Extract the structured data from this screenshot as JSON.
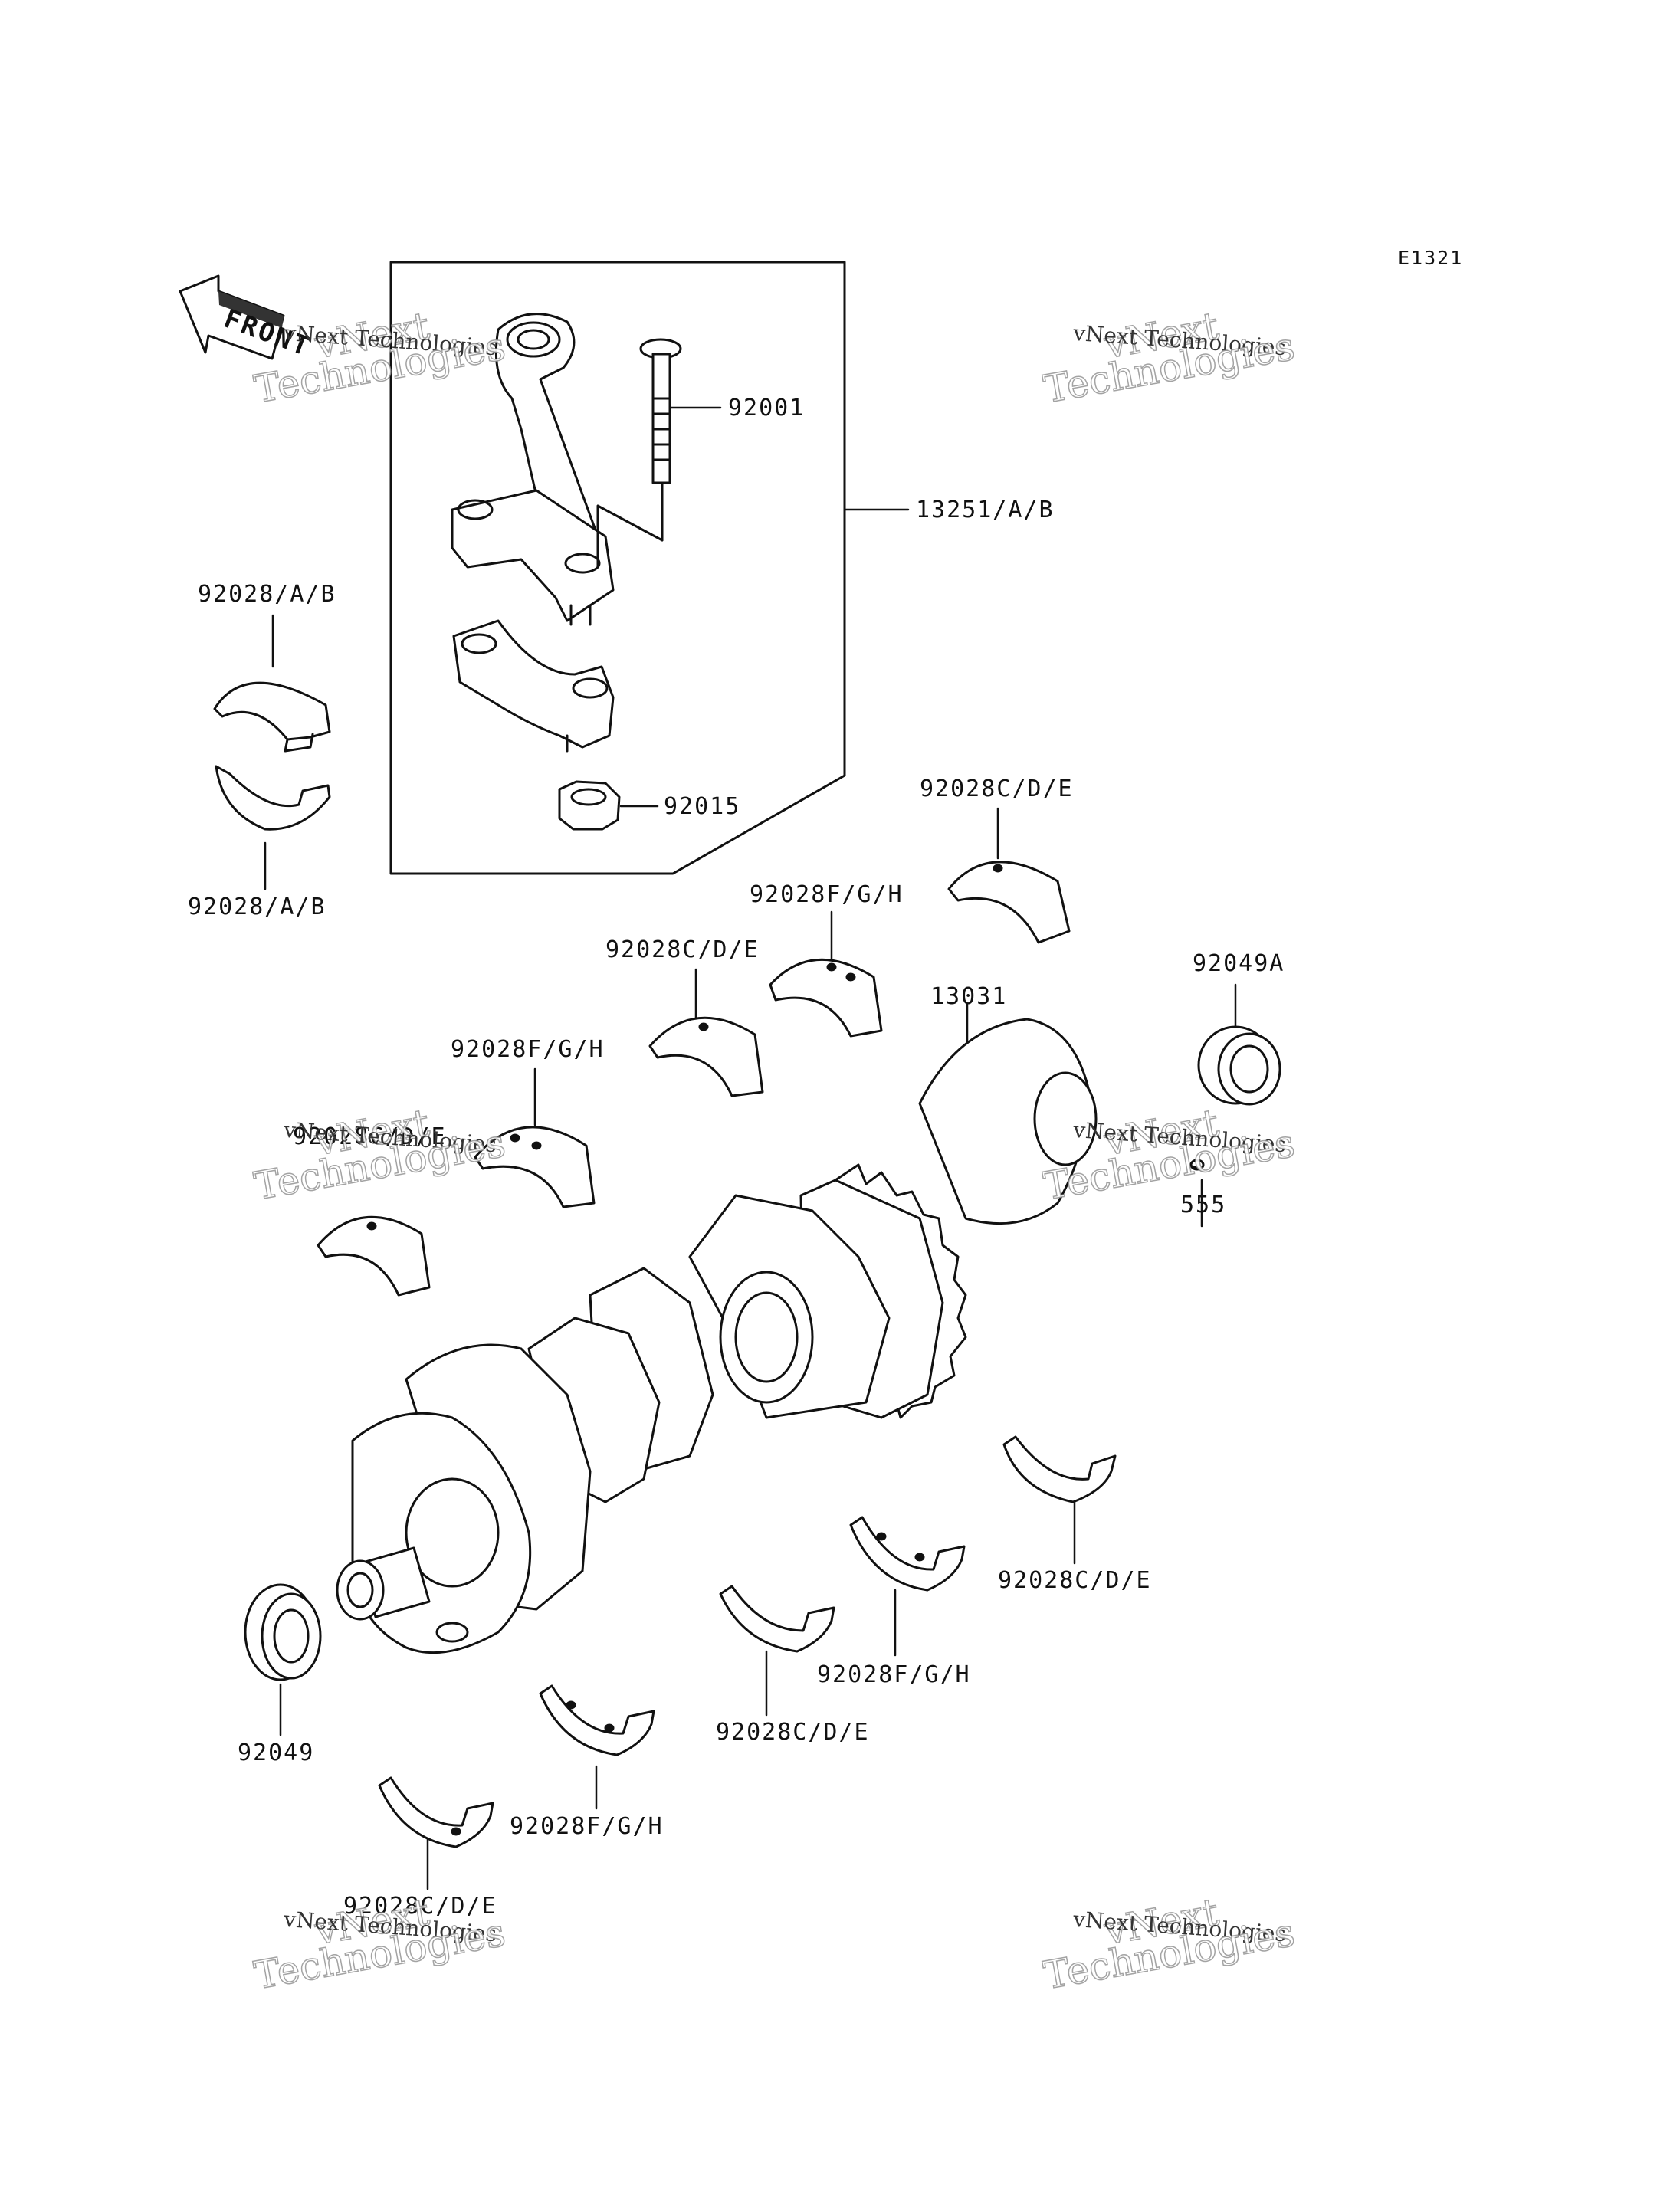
{
  "diagram": {
    "code": "E1321",
    "front": "FRONT",
    "watermark": {
      "line1": "vNext",
      "line2": "Technologies",
      "caption": "vNext Technologies"
    },
    "labels": [
      {
        "id": "l92001",
        "text": "92001"
      },
      {
        "id": "l13251",
        "text": "13251/A/B"
      },
      {
        "id": "l92028ab_top",
        "text": "92028/A/B"
      },
      {
        "id": "l92028ab_bot",
        "text": "92028/A/B"
      },
      {
        "id": "l92015",
        "text": "92015"
      },
      {
        "id": "l92028cde_1",
        "text": "92028C/D/E"
      },
      {
        "id": "l92028fgh_1",
        "text": "92028F/G/H"
      },
      {
        "id": "l92028cde_2",
        "text": "92028C/D/E"
      },
      {
        "id": "l13031",
        "text": "13031"
      },
      {
        "id": "l92049a",
        "text": "92049A"
      },
      {
        "id": "l92028fgh_2",
        "text": "92028F/G/H"
      },
      {
        "id": "l92028cde_3",
        "text": "92028C/D/E"
      },
      {
        "id": "l555",
        "text": "555"
      },
      {
        "id": "l92028cde_4",
        "text": "92028C/D/E"
      },
      {
        "id": "l92028fgh_3",
        "text": "92028F/G/H"
      },
      {
        "id": "l92028cde_5",
        "text": "92028C/D/E"
      },
      {
        "id": "l92049",
        "text": "92049"
      },
      {
        "id": "l92028fgh_4",
        "text": "92028F/G/H"
      },
      {
        "id": "l92028cde_6",
        "text": "92028C/D/E"
      }
    ]
  }
}
